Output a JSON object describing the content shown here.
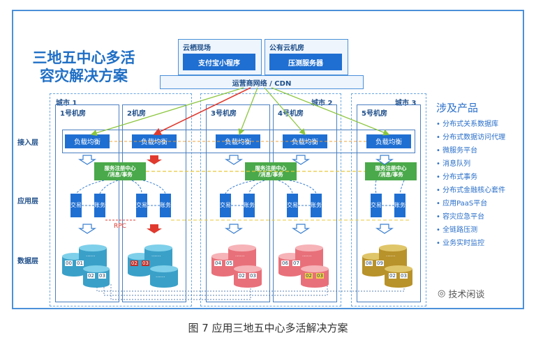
{
  "title_line1": "三地五中心多活",
  "title_line2": "容灾解决方案",
  "top": {
    "yunqi": {
      "label": "云栖现场",
      "button": "支付宝小程序"
    },
    "cloud": {
      "label": "公有云机房",
      "button": "压测服务器"
    },
    "cdn": "运营商网络 / CDN"
  },
  "cities": [
    "城市 1",
    "城市 2",
    "城市 3"
  ],
  "rooms": [
    "1号机房",
    "2机房",
    "3号机房",
    "4号机房",
    "5号机房"
  ],
  "layers": [
    "接入层",
    "应用层",
    "数据层"
  ],
  "lb_label": "负载均衡",
  "svc_line1": "服务注册中心",
  "svc_line2": "/消息/事务",
  "trade": "交易",
  "account": "账务",
  "rpc": "RPC",
  "db": {
    "room1": [
      "00",
      "01",
      "02",
      "03"
    ],
    "room2": [
      "02",
      "03"
    ],
    "room3": [
      "04",
      "05",
      "02",
      "03"
    ],
    "room4": [
      "06",
      "07",
      "02",
      "03"
    ],
    "room5": [
      "08",
      "09",
      "02",
      "03"
    ],
    "ellipsis": "......"
  },
  "products": {
    "heading": "涉及产品",
    "items": [
      "分布式关系数据库",
      "分布式数据访问代理",
      "微服务平台",
      "消息队列",
      "分布式事务",
      "分布式金融核心套件",
      "应用PaaS平台",
      "容灾应急平台",
      "全链路压测",
      "业务实时监控"
    ]
  },
  "watermark": "技术闲谈",
  "caption": "图 7 应用三地五中心多活解决方案",
  "colors": {
    "blue": "#1f6fd2",
    "green": "#4aa94a",
    "red": "#e03a2f",
    "teal": "#3aa0c8",
    "pink": "#e8707a",
    "gold": "#b8922a"
  }
}
